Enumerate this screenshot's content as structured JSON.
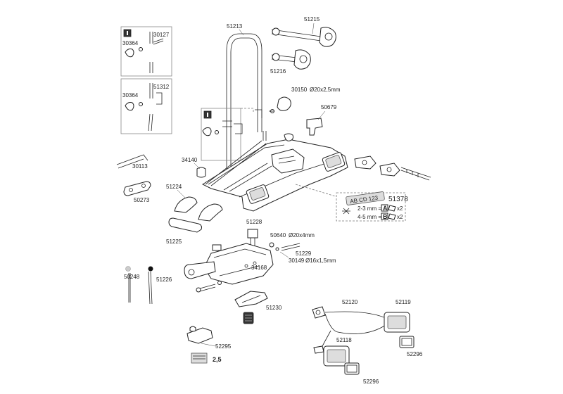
{
  "colors": {
    "line": "#222222",
    "grey_dot": "#cccccc",
    "black_dot": "#111111",
    "callout_border": "#777777"
  },
  "info_icon": "info-icon",
  "parts": {
    "p30127": "30127",
    "p30364a": "30364",
    "p51312": "51312",
    "p30364b": "30364",
    "p51213": "51213",
    "p51215": "51215",
    "p51216": "51216",
    "p30150": "30150",
    "d30150": "Ø20x2,5mm",
    "p50679": "50679",
    "p34140": "34140",
    "p30113": "30113",
    "p50273": "50273",
    "p51224": "51224",
    "p51225": "51225",
    "p51228": "51228",
    "p50640": "50640",
    "d50640": "Ø20x4mm",
    "p51229": "51229",
    "p30149": "30149",
    "d30149": "Ø16x1,5mm",
    "p34168": "34168",
    "p50248": "50248",
    "p51226": "51226",
    "p51230": "51230",
    "p52295": "52295",
    "torque": "2,5",
    "p52120": "52120",
    "p52119": "52119",
    "p52118": "52118",
    "p52296a": "52296",
    "p52296b": "52296"
  },
  "plate_callout": {
    "part": "51378",
    "plate_text": "AB CD 123",
    "row1_range": "2-3 mm =",
    "row1_letter": "A",
    "row1_qty": "x2",
    "row2_range": "4-5 mm =",
    "row2_letter": "B",
    "row2_qty": "x2"
  }
}
